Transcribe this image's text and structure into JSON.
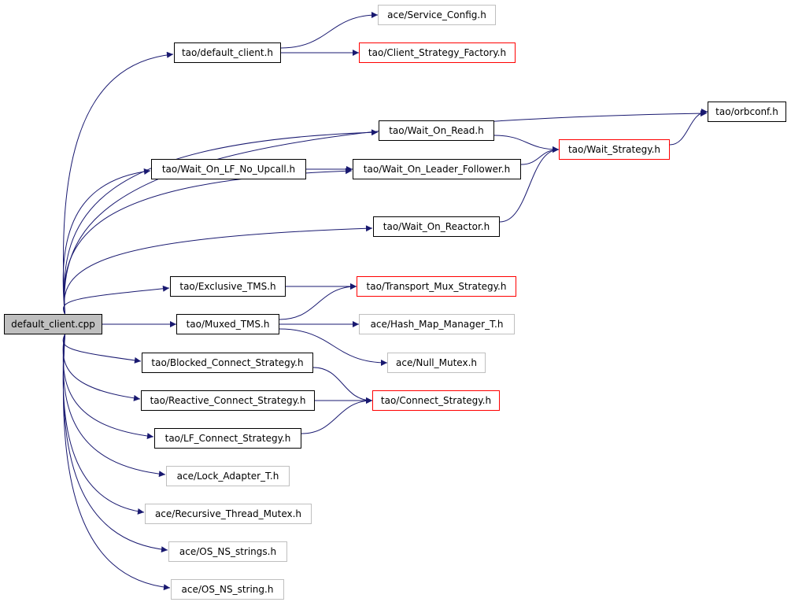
{
  "colors": {
    "edge": "#191970",
    "root_fill": "#bfbfbf",
    "normal_border": "#000000",
    "external_border": "#bfbfbf",
    "truncated_border": "#ff0000"
  },
  "nodes": [
    {
      "id": "default_client_cpp",
      "label": "default_client.cpp",
      "kind": "root"
    },
    {
      "id": "ace_service_config",
      "label": "ace/Service_Config.h",
      "kind": "external"
    },
    {
      "id": "tao_default_client",
      "label": "tao/default_client.h",
      "kind": "normal"
    },
    {
      "id": "tao_client_strategy_factory",
      "label": "tao/Client_Strategy_Factory.h",
      "kind": "truncated"
    },
    {
      "id": "tao_orbconf",
      "label": "tao/orbconf.h",
      "kind": "normal"
    },
    {
      "id": "tao_wait_on_read",
      "label": "tao/Wait_On_Read.h",
      "kind": "normal"
    },
    {
      "id": "tao_wait_strategy",
      "label": "tao/Wait_Strategy.h",
      "kind": "truncated"
    },
    {
      "id": "tao_wait_on_lf_no_upcall",
      "label": "tao/Wait_On_LF_No_Upcall.h",
      "kind": "normal"
    },
    {
      "id": "tao_wait_on_leader_follower",
      "label": "tao/Wait_On_Leader_Follower.h",
      "kind": "normal"
    },
    {
      "id": "tao_wait_on_reactor",
      "label": "tao/Wait_On_Reactor.h",
      "kind": "normal"
    },
    {
      "id": "tao_exclusive_tms",
      "label": "tao/Exclusive_TMS.h",
      "kind": "normal"
    },
    {
      "id": "tao_transport_mux_strategy",
      "label": "tao/Transport_Mux_Strategy.h",
      "kind": "truncated"
    },
    {
      "id": "tao_muxed_tms",
      "label": "tao/Muxed_TMS.h",
      "kind": "normal"
    },
    {
      "id": "ace_hash_map_manager_t",
      "label": "ace/Hash_Map_Manager_T.h",
      "kind": "external"
    },
    {
      "id": "ace_null_mutex",
      "label": "ace/Null_Mutex.h",
      "kind": "external"
    },
    {
      "id": "tao_blocked_connect_strategy",
      "label": "tao/Blocked_Connect_Strategy.h",
      "kind": "normal"
    },
    {
      "id": "tao_reactive_connect_strategy",
      "label": "tao/Reactive_Connect_Strategy.h",
      "kind": "normal"
    },
    {
      "id": "tao_connect_strategy",
      "label": "tao/Connect_Strategy.h",
      "kind": "truncated"
    },
    {
      "id": "tao_lf_connect_strategy",
      "label": "tao/LF_Connect_Strategy.h",
      "kind": "normal"
    },
    {
      "id": "ace_lock_adapter_t",
      "label": "ace/Lock_Adapter_T.h",
      "kind": "external"
    },
    {
      "id": "ace_recursive_thread_mutex",
      "label": "ace/Recursive_Thread_Mutex.h",
      "kind": "external"
    },
    {
      "id": "ace_os_ns_strings",
      "label": "ace/OS_NS_strings.h",
      "kind": "external"
    },
    {
      "id": "ace_os_ns_string",
      "label": "ace/OS_NS_string.h",
      "kind": "external"
    }
  ],
  "edges": [
    {
      "from": "default_client_cpp",
      "to": "tao_default_client"
    },
    {
      "from": "default_client_cpp",
      "to": "tao_orbconf"
    },
    {
      "from": "default_client_cpp",
      "to": "tao_wait_on_read"
    },
    {
      "from": "default_client_cpp",
      "to": "tao_wait_on_lf_no_upcall"
    },
    {
      "from": "default_client_cpp",
      "to": "tao_wait_on_leader_follower"
    },
    {
      "from": "default_client_cpp",
      "to": "tao_wait_on_reactor"
    },
    {
      "from": "default_client_cpp",
      "to": "tao_exclusive_tms"
    },
    {
      "from": "default_client_cpp",
      "to": "tao_muxed_tms"
    },
    {
      "from": "default_client_cpp",
      "to": "tao_blocked_connect_strategy"
    },
    {
      "from": "default_client_cpp",
      "to": "tao_reactive_connect_strategy"
    },
    {
      "from": "default_client_cpp",
      "to": "tao_lf_connect_strategy"
    },
    {
      "from": "default_client_cpp",
      "to": "ace_lock_adapter_t"
    },
    {
      "from": "default_client_cpp",
      "to": "ace_recursive_thread_mutex"
    },
    {
      "from": "default_client_cpp",
      "to": "ace_os_ns_strings"
    },
    {
      "from": "default_client_cpp",
      "to": "ace_os_ns_string"
    },
    {
      "from": "tao_default_client",
      "to": "ace_service_config"
    },
    {
      "from": "tao_default_client",
      "to": "tao_client_strategy_factory"
    },
    {
      "from": "tao_wait_on_read",
      "to": "tao_wait_strategy"
    },
    {
      "from": "tao_wait_strategy",
      "to": "tao_orbconf"
    },
    {
      "from": "tao_wait_on_lf_no_upcall",
      "to": "tao_wait_on_leader_follower"
    },
    {
      "from": "tao_wait_on_leader_follower",
      "to": "tao_wait_strategy"
    },
    {
      "from": "tao_wait_on_reactor",
      "to": "tao_wait_strategy"
    },
    {
      "from": "tao_exclusive_tms",
      "to": "tao_transport_mux_strategy"
    },
    {
      "from": "tao_muxed_tms",
      "to": "tao_transport_mux_strategy"
    },
    {
      "from": "tao_muxed_tms",
      "to": "ace_hash_map_manager_t"
    },
    {
      "from": "tao_muxed_tms",
      "to": "ace_null_mutex"
    },
    {
      "from": "tao_blocked_connect_strategy",
      "to": "tao_connect_strategy"
    },
    {
      "from": "tao_reactive_connect_strategy",
      "to": "tao_connect_strategy"
    },
    {
      "from": "tao_lf_connect_strategy",
      "to": "tao_connect_strategy"
    }
  ]
}
